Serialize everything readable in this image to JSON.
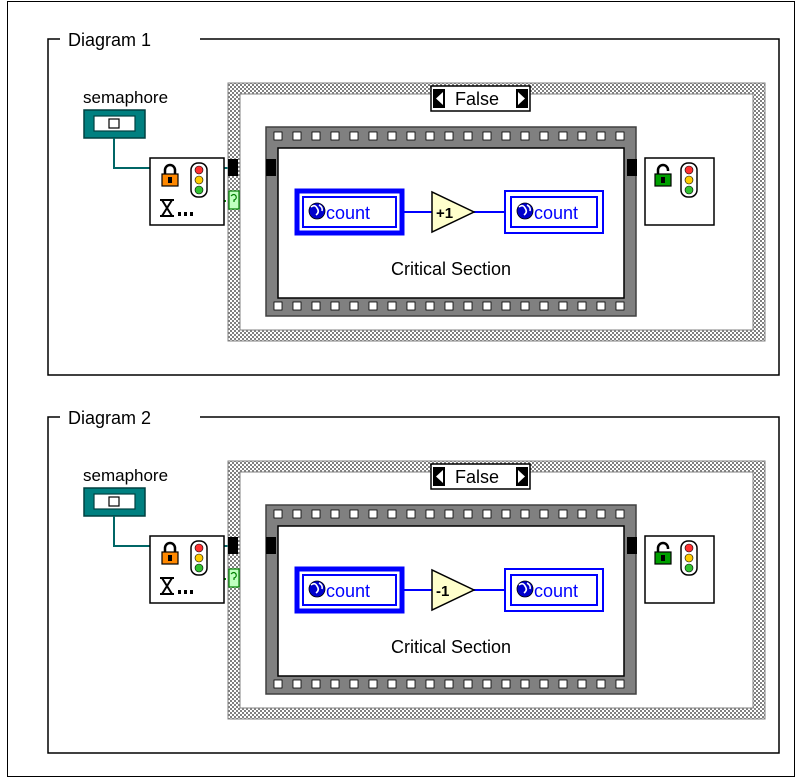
{
  "diagrams": [
    {
      "title": "Diagram 1",
      "control_label": "semaphore",
      "case_label": "False",
      "increment_label": "+1",
      "global_left_label": "count",
      "global_right_label": "count",
      "section_label": "Critical Section"
    },
    {
      "title": "Diagram 2",
      "control_label": "semaphore",
      "case_label": "False",
      "increment_label": "-1",
      "global_left_label": "count",
      "global_right_label": "count",
      "section_label": "Critical Section"
    }
  ],
  "icons": {
    "acquire": "lock-closed-icon",
    "release": "lock-open-icon",
    "status": "traffic-light-icon",
    "timeout": "hourglass-icon",
    "globe": "globe-icon"
  },
  "colors": {
    "wire": "#006666",
    "control": "#008080",
    "global": "#0000ff",
    "node": "#ffffcc",
    "structure": "#808080",
    "case_border": "#c0c0c0"
  }
}
